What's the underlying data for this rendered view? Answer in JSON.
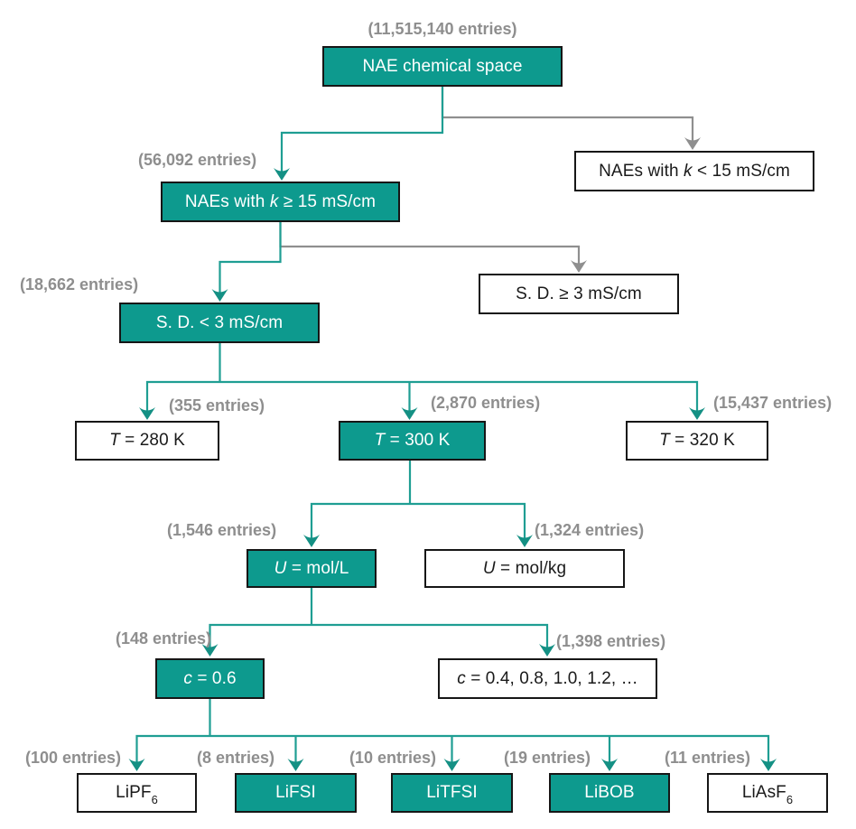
{
  "colors": {
    "selected_fill": "#0d9a8e",
    "selected_text": "#ffffff",
    "rejected_fill": "#ffffff",
    "teal_line": "#1f9e93",
    "gray_line": "#8f8f8f",
    "entries_label": "#8e8e8e",
    "box_border": "#161616"
  },
  "nodes": [
    {
      "name": "nae-chemical-space",
      "selected": true,
      "entries": "(11,515,140 entries)",
      "parts": [
        {
          "t": "NAE chemical space"
        }
      ]
    },
    {
      "name": "naes-k-lt-15",
      "selected": false,
      "parts": [
        {
          "t": "NAEs with "
        },
        {
          "s": "i",
          "t": "k"
        },
        {
          "t": " < 15 mS/cm"
        }
      ]
    },
    {
      "name": "naes-k-ge-15",
      "selected": true,
      "entries": "(56,092 entries)",
      "parts": [
        {
          "t": "NAEs with "
        },
        {
          "s": "i",
          "t": "k"
        },
        {
          "t": " ≥ 15 mS/cm"
        }
      ]
    },
    {
      "name": "sd-ge-3",
      "selected": false,
      "parts": [
        {
          "t": "S. D. ≥ 3 mS/cm"
        }
      ]
    },
    {
      "name": "sd-lt-3",
      "selected": true,
      "entries": "(18,662 entries)",
      "parts": [
        {
          "t": "S. D. < 3 mS/cm"
        }
      ]
    },
    {
      "name": "t-280k",
      "selected": false,
      "entries": "(355 entries)",
      "parts": [
        {
          "s": "i",
          "t": "T"
        },
        {
          "t": " = 280 K"
        }
      ]
    },
    {
      "name": "t-300k",
      "selected": true,
      "entries": "(2,870 entries)",
      "parts": [
        {
          "s": "i",
          "t": "T"
        },
        {
          "t": " = 300 K"
        }
      ]
    },
    {
      "name": "t-320k",
      "selected": false,
      "entries": "(15,437 entries)",
      "parts": [
        {
          "s": "i",
          "t": "T"
        },
        {
          "t": " = 320 K"
        }
      ]
    },
    {
      "name": "u-mol-per-l",
      "selected": true,
      "entries": "(1,546 entries)",
      "parts": [
        {
          "s": "i",
          "t": "U"
        },
        {
          "t": " = mol/L"
        }
      ]
    },
    {
      "name": "u-mol-per-kg",
      "selected": false,
      "entries": "(1,324 entries)",
      "parts": [
        {
          "s": "i",
          "t": "U"
        },
        {
          "t": " = mol/kg"
        }
      ]
    },
    {
      "name": "c-0-6",
      "selected": true,
      "entries": "(148 entries)",
      "parts": [
        {
          "s": "i",
          "t": "c"
        },
        {
          "t": " = 0.6"
        }
      ]
    },
    {
      "name": "c-other",
      "selected": false,
      "entries": "(1,398 entries)",
      "parts": [
        {
          "s": "i",
          "t": "c"
        },
        {
          "t": " = 0.4, 0.8, 1.0, 1.2, …"
        }
      ]
    },
    {
      "name": "lipf6",
      "selected": false,
      "entries": "(100 entries)",
      "parts": [
        {
          "t": "LiPF"
        },
        {
          "s": "sub",
          "t": "6"
        }
      ]
    },
    {
      "name": "lifsi",
      "selected": true,
      "entries": "(8 entries)",
      "parts": [
        {
          "t": "LiFSI"
        }
      ]
    },
    {
      "name": "litfsi",
      "selected": true,
      "entries": "(10 entries)",
      "parts": [
        {
          "t": "LiTFSI"
        }
      ]
    },
    {
      "name": "libob",
      "selected": true,
      "entries": "(19 entries)",
      "parts": [
        {
          "t": "LiBOB"
        }
      ]
    },
    {
      "name": "liasf6",
      "selected": false,
      "entries": "(11 entries)",
      "parts": [
        {
          "t": "LiAsF"
        },
        {
          "s": "sub",
          "t": "6"
        }
      ]
    }
  ]
}
